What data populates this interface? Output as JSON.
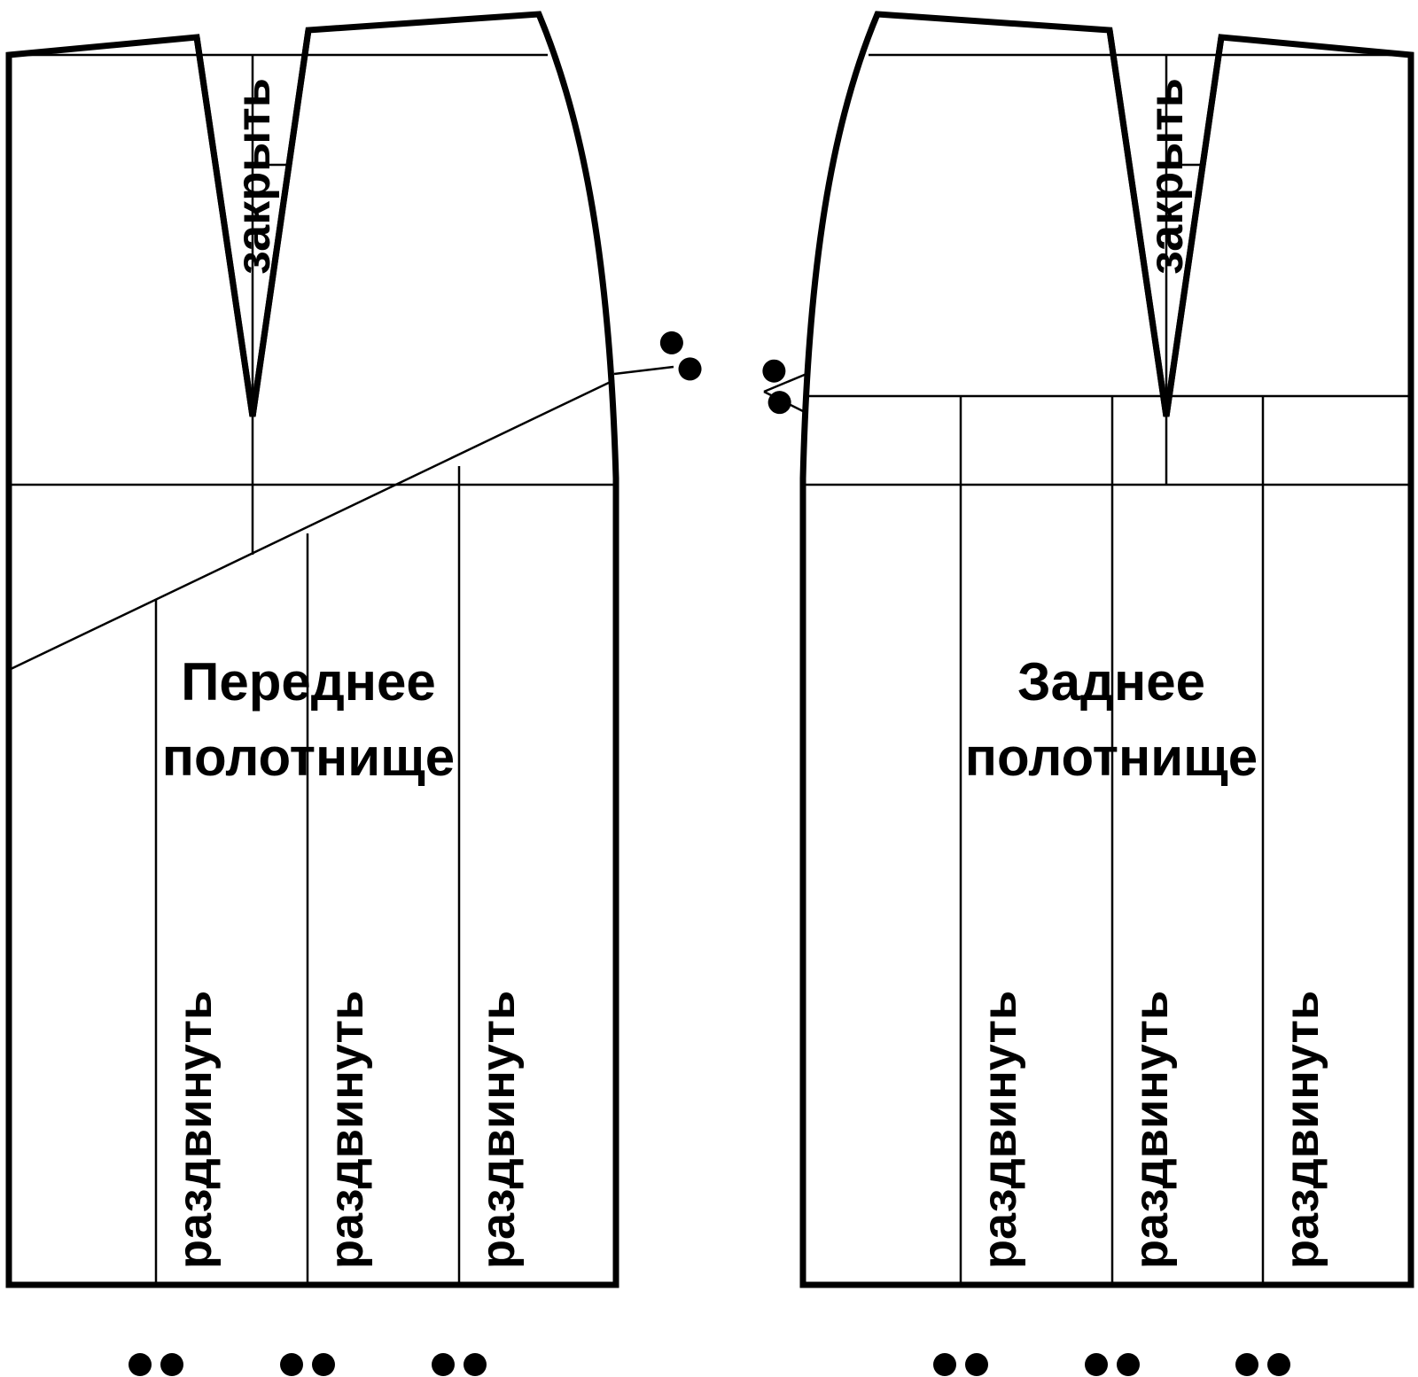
{
  "front_panel": {
    "title_line1": "Переднее",
    "title_line2": "полотнище",
    "dart_label": "закрыть",
    "slash_labels": [
      "раздвинуть",
      "раздвинуть",
      "раздвинуть"
    ]
  },
  "back_panel": {
    "title_line1": "Заднее",
    "title_line2": "полотнище",
    "dart_label": "закрыть",
    "slash_labels": [
      "раздвинуть",
      "раздвинуть",
      "раздвинуть"
    ]
  },
  "icons": [
    "scissors-icon"
  ]
}
